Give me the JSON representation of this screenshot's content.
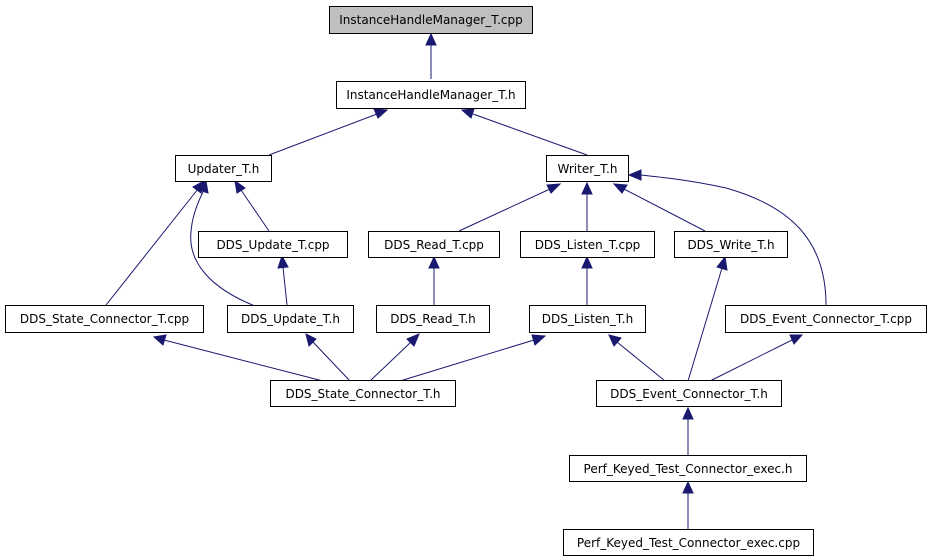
{
  "graph": {
    "root": "InstanceHandleManager_T.cpp",
    "nodes": {
      "n0": "InstanceHandleManager_T.cpp",
      "n1": "InstanceHandleManager_T.h",
      "n2": "Updater_T.h",
      "n3": "Writer_T.h",
      "n4": "DDS_Update_T.cpp",
      "n5": "DDS_Read_T.cpp",
      "n6": "DDS_Listen_T.cpp",
      "n7": "DDS_Write_T.h",
      "n8": "DDS_State_Connector_T.cpp",
      "n9": "DDS_Update_T.h",
      "n10": "DDS_Read_T.h",
      "n11": "DDS_Listen_T.h",
      "n12": "DDS_Event_Connector_T.cpp",
      "n13": "DDS_State_Connector_T.h",
      "n14": "DDS_Event_Connector_T.h",
      "n15": "Perf_Keyed_Test_Connector_exec.h",
      "n16": "Perf_Keyed_Test_Connector_exec.cpp"
    },
    "edges": [
      {
        "from": "InstanceHandleManager_T.h",
        "to": "InstanceHandleManager_T.cpp"
      },
      {
        "from": "Updater_T.h",
        "to": "InstanceHandleManager_T.h"
      },
      {
        "from": "Writer_T.h",
        "to": "InstanceHandleManager_T.h"
      },
      {
        "from": "DDS_Update_T.cpp",
        "to": "Updater_T.h"
      },
      {
        "from": "DDS_State_Connector_T.cpp",
        "to": "Updater_T.h"
      },
      {
        "from": "DDS_Update_T.h",
        "to": "Updater_T.h"
      },
      {
        "from": "DDS_Read_T.cpp",
        "to": "Writer_T.h"
      },
      {
        "from": "DDS_Listen_T.cpp",
        "to": "Writer_T.h"
      },
      {
        "from": "DDS_Write_T.h",
        "to": "Writer_T.h"
      },
      {
        "from": "DDS_Event_Connector_T.cpp",
        "to": "Writer_T.h"
      },
      {
        "from": "DDS_Update_T.h",
        "to": "DDS_Update_T.cpp"
      },
      {
        "from": "DDS_Read_T.h",
        "to": "DDS_Read_T.cpp"
      },
      {
        "from": "DDS_Listen_T.h",
        "to": "DDS_Listen_T.cpp"
      },
      {
        "from": "DDS_State_Connector_T.h",
        "to": "DDS_State_Connector_T.cpp"
      },
      {
        "from": "DDS_State_Connector_T.h",
        "to": "DDS_Update_T.h"
      },
      {
        "from": "DDS_State_Connector_T.h",
        "to": "DDS_Read_T.h"
      },
      {
        "from": "DDS_State_Connector_T.h",
        "to": "DDS_Listen_T.h"
      },
      {
        "from": "DDS_Event_Connector_T.h",
        "to": "DDS_Listen_T.h"
      },
      {
        "from": "DDS_Event_Connector_T.h",
        "to": "DDS_Write_T.h"
      },
      {
        "from": "DDS_Event_Connector_T.h",
        "to": "DDS_Event_Connector_T.cpp"
      },
      {
        "from": "Perf_Keyed_Test_Connector_exec.h",
        "to": "DDS_Event_Connector_T.h"
      },
      {
        "from": "Perf_Keyed_Test_Connector_exec.cpp",
        "to": "Perf_Keyed_Test_Connector_exec.h"
      }
    ],
    "colors": {
      "edge": "#191970",
      "root_fill": "#bfbfbf",
      "node_fill": "#ffffff",
      "node_border": "#000000"
    }
  }
}
